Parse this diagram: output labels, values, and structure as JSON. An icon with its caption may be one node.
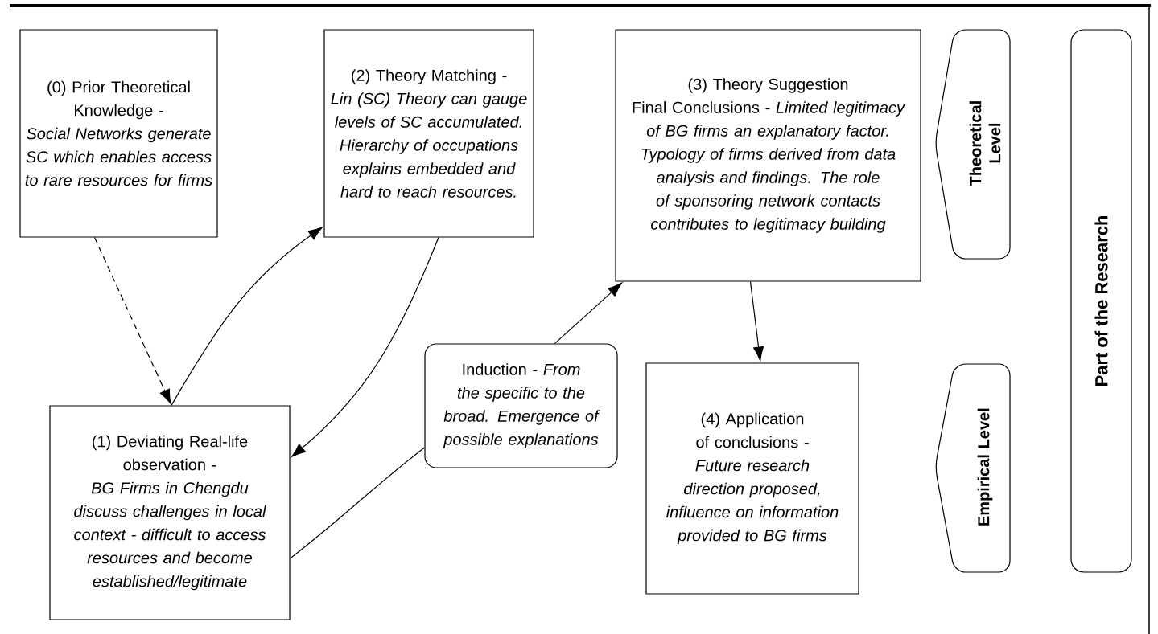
{
  "diagram": {
    "nodes": [
      {
        "text": [
          "(0) Prior Theoretical Knowledge -",
          "Social Networks generate SC which enables access to rare resources for firms"
        ]
      },
      {
        "text": [
          "(1) Deviating Real-life observation -",
          "BG Firms in Chengdu discuss challenges in local context - difficult to access resources and become established/legitimate"
        ]
      },
      {
        "text": [
          "(2) Theory Matching -",
          "Lin (SC) Theory can gauge levels of SC accumulated. Hierarchy of occupations explains embedded and hard to reach resources."
        ]
      },
      {
        "text": [
          "Induction - *From the specific to the broad. Emergence of possible explanations*"
        ]
      },
      {
        "text": [
          "(3) Theory Suggestion",
          "Final Conclusions - *Limited legitimacy of BG firms an explanatory factor.*",
          "Typology of firms derived from data analysis and findings.  The role of sponsoring network contacts contributes to legitimacy building"
        ]
      },
      {
        "text": [
          "(4) Application of conclusions -",
          "Future research direction proposed, influence on information provided to BG firms"
        ]
      },
      {
        "text": [
          "Theoretical Level"
        ]
      },
      {
        "text": [
          "Empirical Level"
        ]
      },
      {
        "text": [
          "Part of the Research"
        ]
      }
    ],
    "edges": [
      {
        "from": 0,
        "to": 1,
        "arrow": "to",
        "style": "dashed"
      },
      {
        "from": 1,
        "to": 2,
        "arrow": "to"
      },
      {
        "from": 2,
        "to": 1,
        "arrow": "to"
      },
      {
        "from": 1,
        "to": 3,
        "arrow": "none"
      },
      {
        "from": 3,
        "to": 4,
        "arrow": "to"
      },
      {
        "from": 4,
        "to": 5,
        "arrow": "to"
      }
    ]
  }
}
